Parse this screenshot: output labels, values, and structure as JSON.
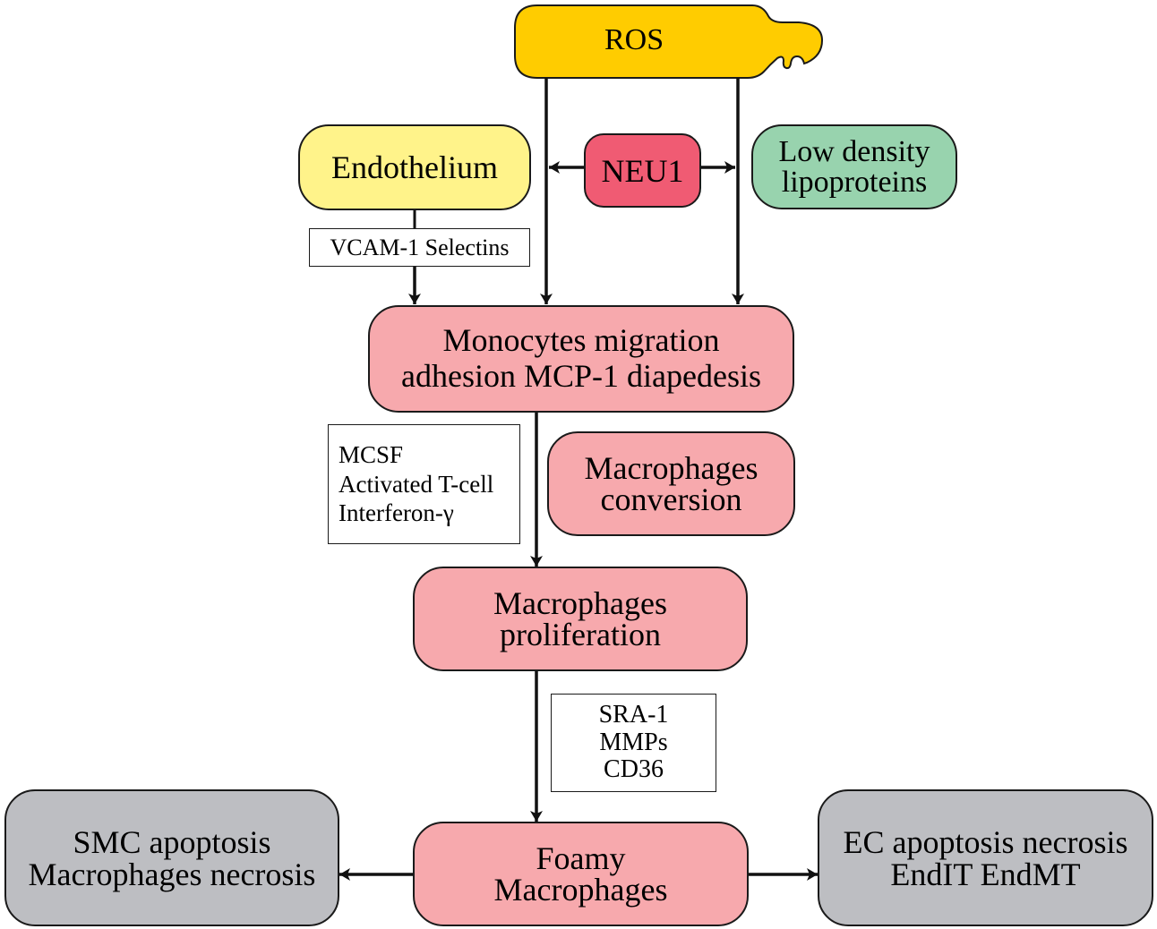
{
  "diagram": {
    "title": "ROS / NEU1 atherosclerosis pathway",
    "colors": {
      "ros": "#FFCC00",
      "endothelium": "#FFF38A",
      "neu1": "#F05B73",
      "ldl": "#98D3AE",
      "process": "#F7A9AD",
      "outcome": "#BDBEC2",
      "stroke": "#1a1a1a",
      "label_box": "#FFFFFF"
    },
    "nodes": {
      "ros": {
        "lines": [
          "ROS"
        ]
      },
      "endothelium": {
        "lines": [
          "Endothelium"
        ]
      },
      "neu1": {
        "lines": [
          "NEU1"
        ]
      },
      "ldl": {
        "lines": [
          "Low density",
          "lipoproteins"
        ]
      },
      "monocytes": {
        "lines": [
          "Monocytes migration",
          "adhesion MCP-1 diapedesis"
        ]
      },
      "macrophages_conversion": {
        "lines": [
          "Macrophages",
          "conversion"
        ]
      },
      "macrophages_proliferation": {
        "lines": [
          "Macrophages",
          "proliferation"
        ]
      },
      "foamy_macrophages": {
        "lines": [
          "Foamy",
          "Macrophages"
        ]
      },
      "smc_apoptosis": {
        "lines": [
          "SMC apoptosis",
          "Macrophages necrosis"
        ]
      },
      "ec_apoptosis": {
        "lines": [
          "EC apoptosis necrosis",
          "EndIT  EndMT"
        ]
      }
    },
    "labels": {
      "vcam": {
        "lines": [
          "VCAM-1 Selectins"
        ]
      },
      "mcsf": {
        "lines": [
          "MCSF",
          "Activated T-cell",
          "Interferon-γ"
        ]
      },
      "sra": {
        "lines": [
          "SRA-1",
          "MMPs",
          "CD36"
        ]
      }
    },
    "edges": [
      {
        "from": "ros",
        "to": "monocytes",
        "type": "arrow"
      },
      {
        "from": "ros",
        "to": "monocytes",
        "type": "arrow"
      },
      {
        "from": "neu1",
        "to": "ros-left-line",
        "type": "arrow"
      },
      {
        "from": "neu1",
        "to": "ros-right-line",
        "type": "arrow"
      },
      {
        "from": "endothelium",
        "to": "monocytes",
        "type": "arrow",
        "label": "vcam"
      },
      {
        "from": "monocytes",
        "to": "macrophages_proliferation",
        "type": "arrow",
        "label": "mcsf"
      },
      {
        "from": "macrophages_proliferation",
        "to": "foamy_macrophages",
        "type": "arrow",
        "label": "sra"
      },
      {
        "from": "foamy_macrophages",
        "to": "smc_apoptosis",
        "type": "arrow"
      },
      {
        "from": "foamy_macrophages",
        "to": "ec_apoptosis",
        "type": "arrow"
      }
    ]
  }
}
